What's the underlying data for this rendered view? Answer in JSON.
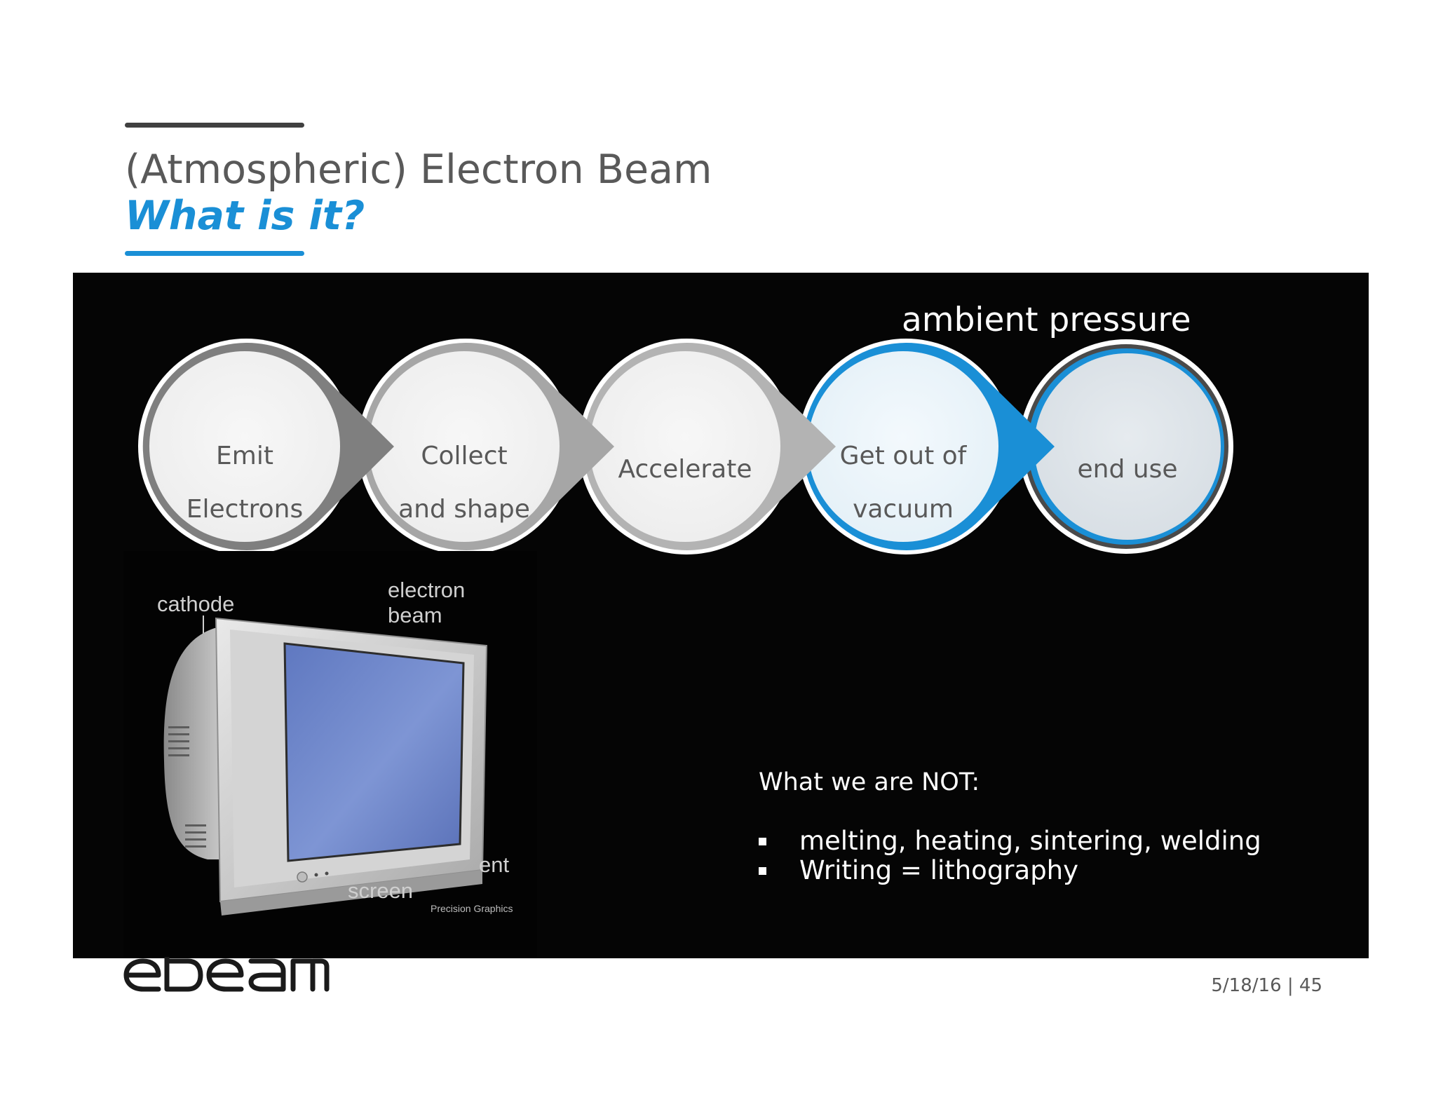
{
  "slide": {
    "title": "(Atmospheric) Electron Beam",
    "subtitle": "What is it?"
  },
  "colors": {
    "accent_blue": "#1a8fd6",
    "dark_rule": "#404040",
    "text_gray": "#595959",
    "panel_bg": "#050505",
    "bubble_fill": "#f2f2f2",
    "bubble_blue_fill": "#eaf4fa",
    "bubble_end_fill": "#dfe5ea"
  },
  "process": {
    "ambient_label": "ambient pressure",
    "steps": [
      {
        "lines": [
          "Emit",
          "Electrons"
        ]
      },
      {
        "lines": [
          "Collect",
          "and shape"
        ]
      },
      {
        "lines": [
          "Accelerate"
        ]
      },
      {
        "lines": [
          "Get out of",
          "vacuum"
        ]
      },
      {
        "lines": [
          "end use"
        ]
      }
    ]
  },
  "figure": {
    "labels": {
      "cathode": "cathode",
      "electron_beam_line1": "electron",
      "electron_beam_line2": "beam",
      "coating_partial": "ent",
      "screen": "screen",
      "credit": "Precision Graphics"
    }
  },
  "not_section": {
    "heading": "What we are NOT:",
    "items": [
      "melting, heating, sintering, welding",
      "Writing = lithography"
    ]
  },
  "footer": {
    "logo_text": "ebeam",
    "date": "5/18/16",
    "separator": "|",
    "page_number": "45"
  }
}
